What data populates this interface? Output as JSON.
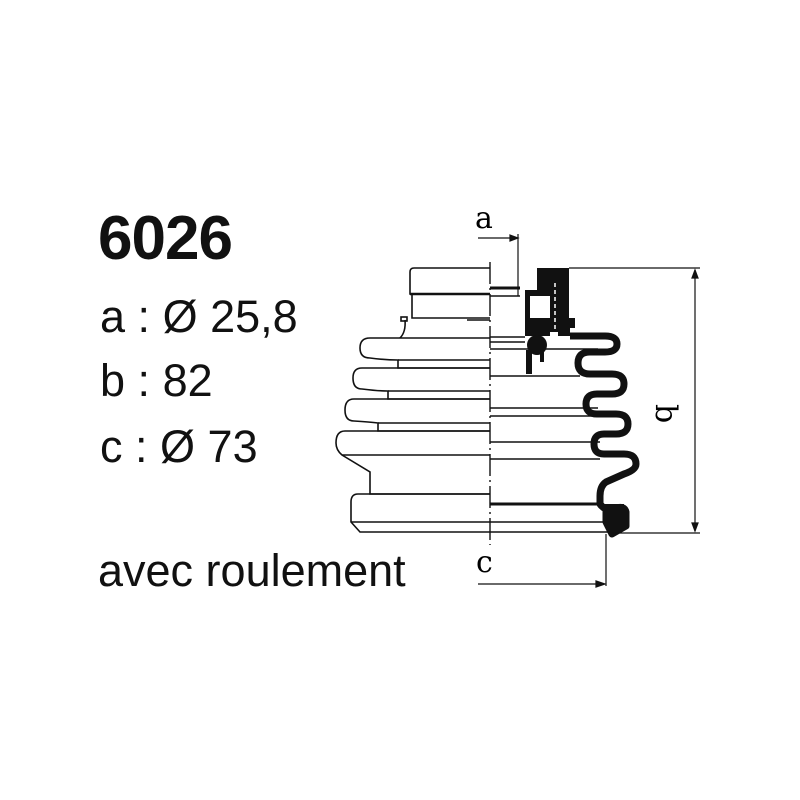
{
  "part_number": "6026",
  "specs": [
    {
      "key": "a",
      "separator": ":",
      "value": "Ø 25,8"
    },
    {
      "key": "b",
      "separator": ":",
      "value": "82"
    },
    {
      "key": "c",
      "separator": ":",
      "value": "Ø 73"
    }
  ],
  "note": "avec roulement",
  "drawing": {
    "dimension_labels": {
      "a": "a",
      "b": "b",
      "c": "c"
    },
    "line_color": "#111111",
    "background": "#ffffff"
  }
}
